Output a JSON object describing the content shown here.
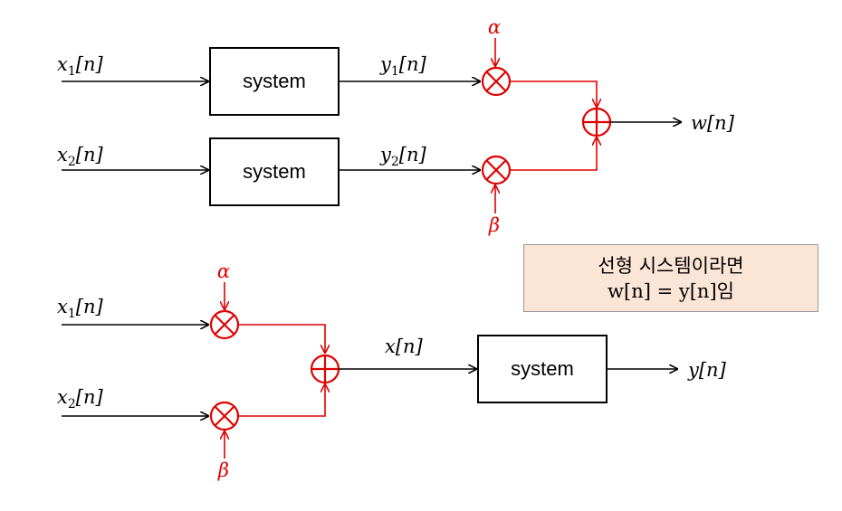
{
  "diagram": {
    "top": {
      "input1": "x",
      "input1_sub": "1",
      "input2": "x",
      "input2_sub": "2",
      "index": "[n]",
      "system1_label": "system",
      "system2_label": "system",
      "output1": "y",
      "output1_sub": "1",
      "output2": "y",
      "output2_sub": "2",
      "alpha": "α",
      "beta": "β",
      "result": "w[n]"
    },
    "bottom": {
      "input1": "x",
      "input1_sub": "1",
      "input2": "x",
      "input2_sub": "2",
      "index": "[n]",
      "alpha": "α",
      "beta": "β",
      "sum_output": "x[n]",
      "system_label": "system",
      "result": "y[n]"
    },
    "note": {
      "line1": "선형 시스템이라면",
      "line2": "w[n] = y[n]임"
    },
    "colors": {
      "signal": "#000000",
      "scaling": "#e00000",
      "note_background": "#fbe5d6"
    }
  }
}
